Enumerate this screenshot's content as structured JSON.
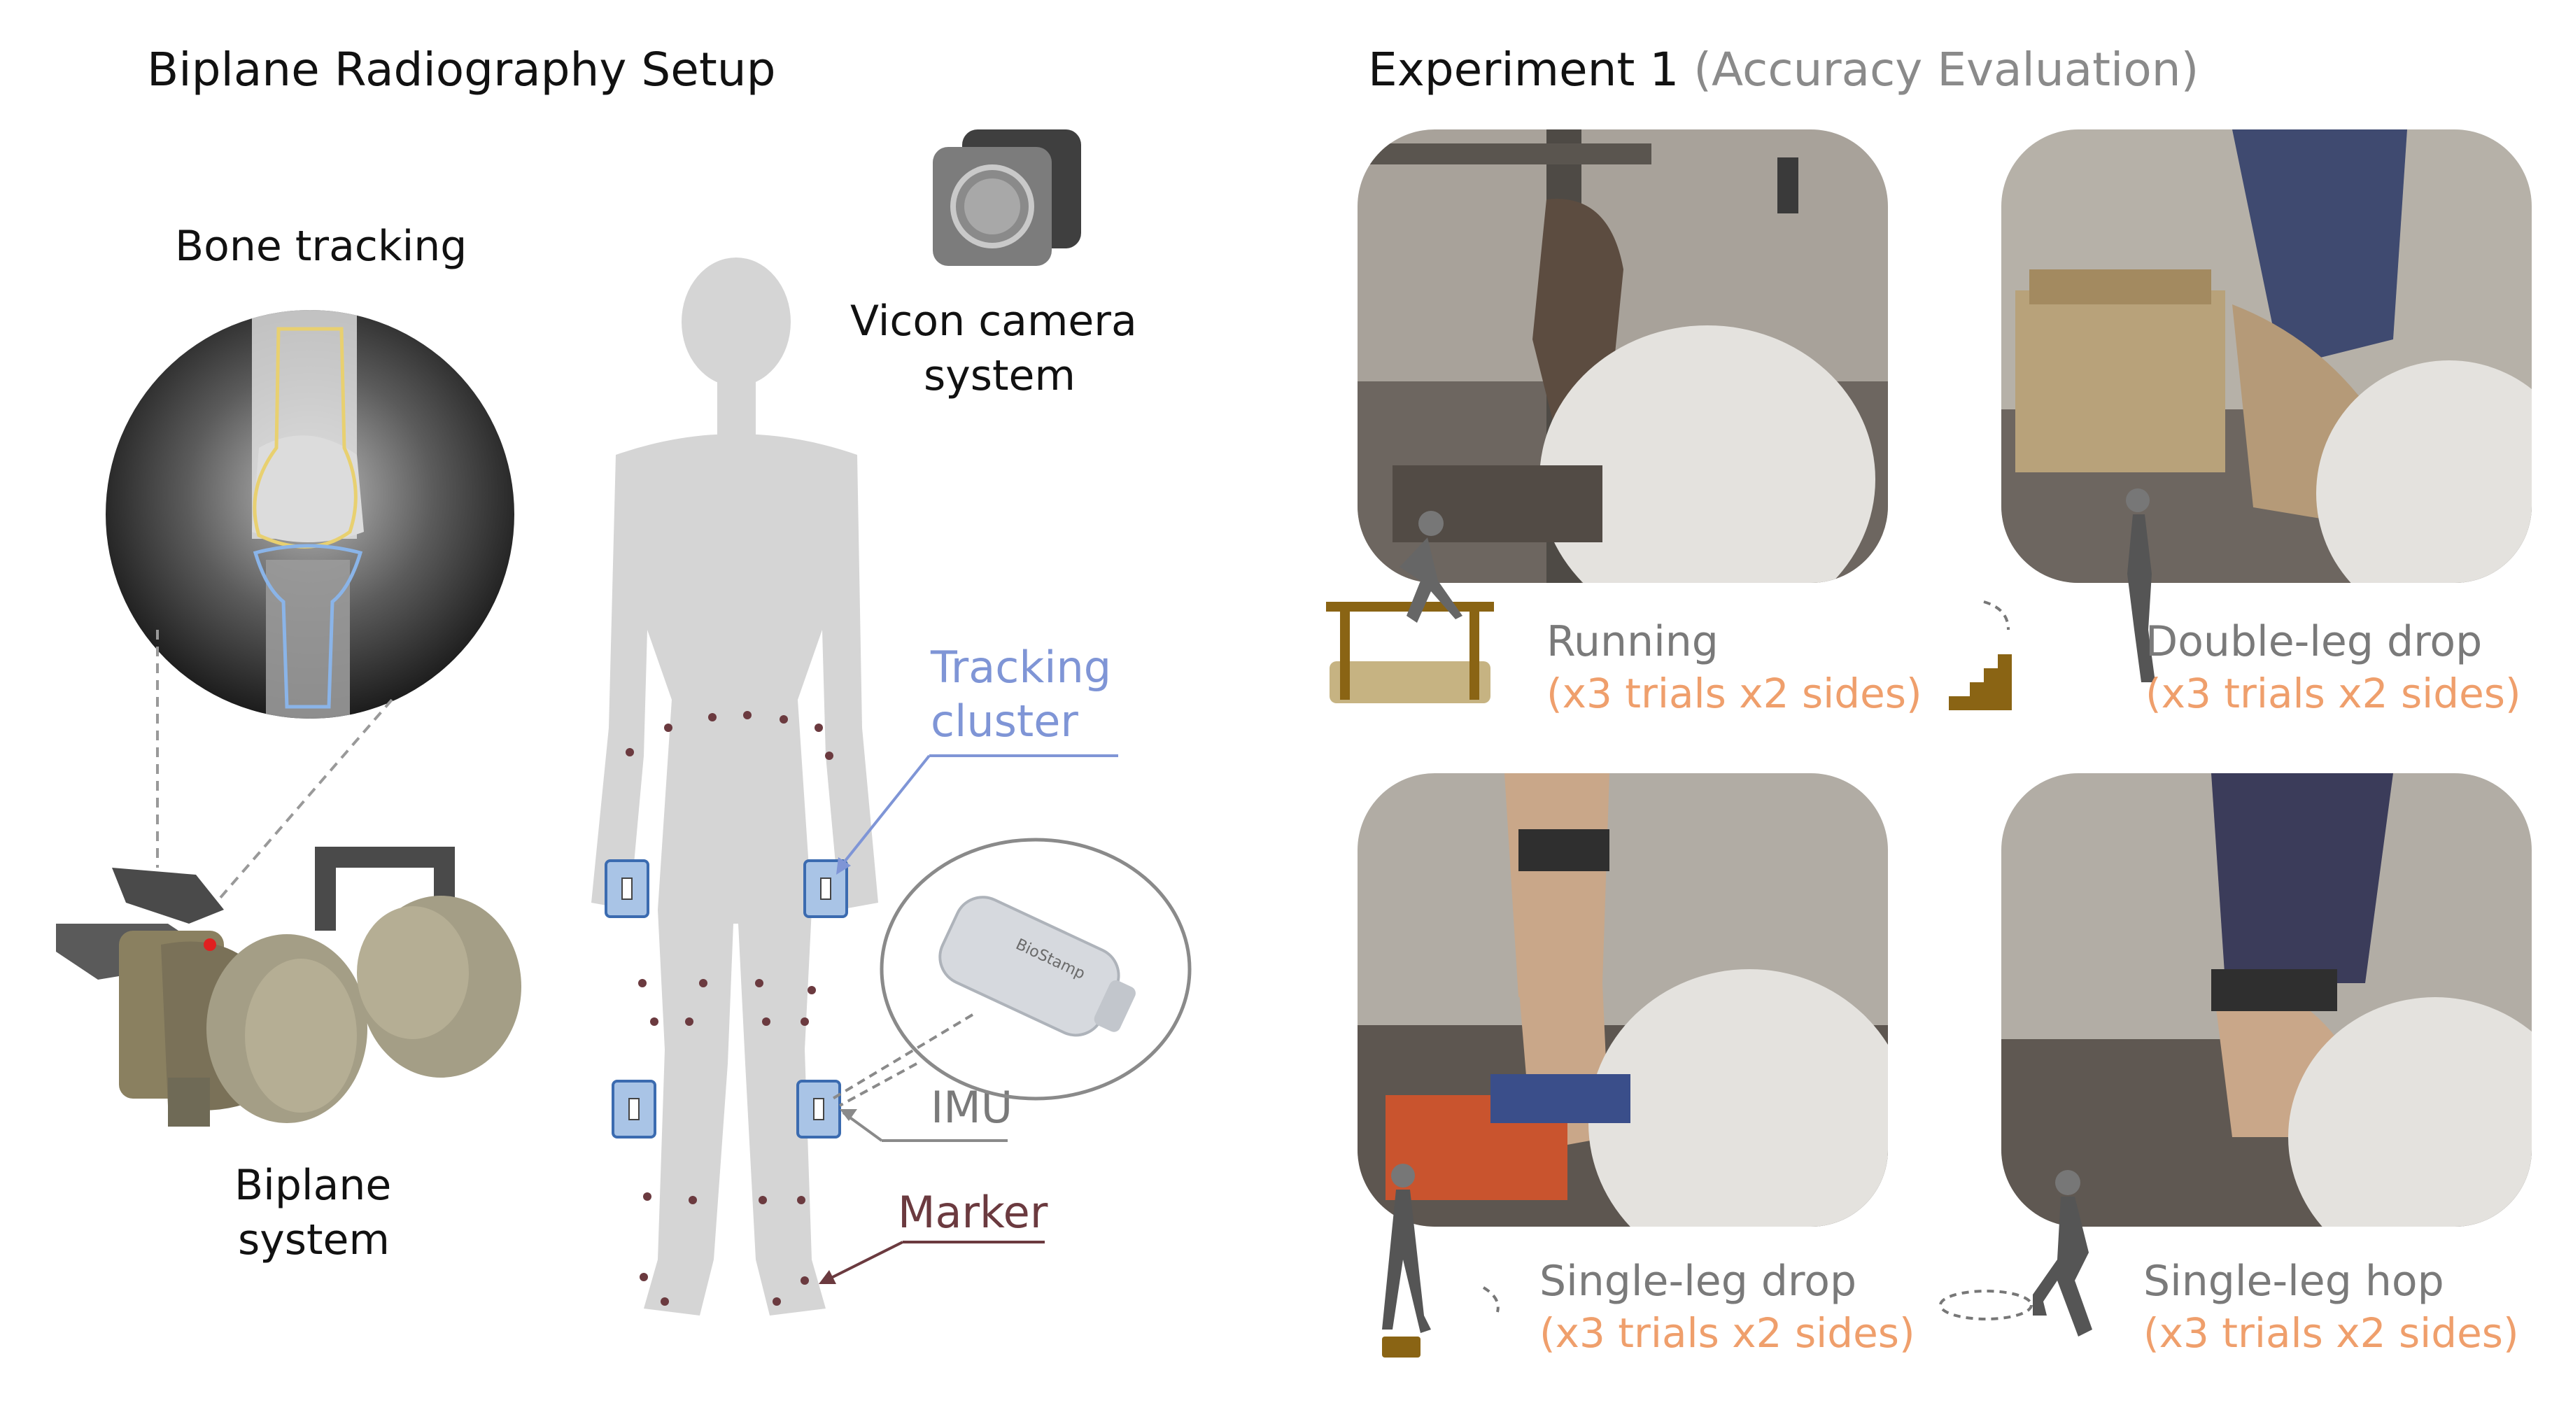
{
  "left": {
    "title": "Biplane Radiography Setup",
    "bone_tracking": "Bone tracking",
    "camera_line1": "Vicon camera",
    "camera_line2": "system",
    "tracking_line1": "Tracking",
    "tracking_line2": "cluster",
    "imu": "IMU",
    "marker": "Marker",
    "biplane_line1": "Biplane",
    "biplane_line2": "system"
  },
  "right": {
    "title_main": "Experiment 1",
    "title_paren": "(Accuracy Evaluation)",
    "tasks": [
      {
        "name": "Running",
        "detail": "(x3 trials x2 sides)"
      },
      {
        "name": "Double-leg drop",
        "detail": "(x3 trials x2 sides)"
      },
      {
        "name": "Single-leg drop",
        "detail": "(x3 trials x2 sides)"
      },
      {
        "name": "Single-leg hop",
        "detail": "(x3 trials x2 sides)"
      }
    ]
  },
  "device_label": "BioStamp",
  "colors": {
    "tracking_blue": "#7f95d6",
    "marker_maroon": "#6b3a3f",
    "orange": "#ef9f6c",
    "gray_text": "#7a7a7a",
    "silhouette": "#d5d5d5",
    "brown": "#8a6414"
  }
}
